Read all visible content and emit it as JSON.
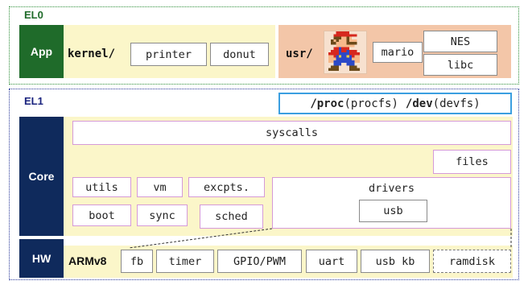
{
  "el0": {
    "title": "EL0",
    "app_label": "App",
    "kernel_label": "kernel/",
    "kernel_items": [
      "printer",
      "donut"
    ],
    "usr_label": "usr/",
    "mario_label": "mario",
    "nes_label": "NES",
    "libc_label": "libc"
  },
  "el1": {
    "title": "EL1",
    "fs": {
      "proc_path": "/proc",
      "proc_type": "(procfs)",
      "dev_path": "/dev",
      "dev_type": "(devfs)"
    },
    "core_label": "Core",
    "syscalls": "syscalls",
    "files": "files",
    "utils": "utils",
    "vm": "vm",
    "excpts": "excpts.",
    "boot": "boot",
    "sync": "sync",
    "sched": "sched",
    "drivers": "drivers",
    "drivers_usb": "usb",
    "hw_label": "HW",
    "arch_label": "ARMv8",
    "hw_items": [
      "fb",
      "timer",
      "GPIO/PWM",
      "uart",
      "usb kb"
    ],
    "ramdisk": "ramdisk"
  },
  "colors": {
    "el0_border": "#2f8f3a",
    "el1_border": "#2b3a9a",
    "app_green": "#1f6b2a",
    "core_navy": "#0f2a5c",
    "yellow_band": "#fbf6c9",
    "peach_band": "#f3c6a8",
    "pink_border": "#d59ad8",
    "fs_blue": "#3b9fe0"
  },
  "icons": {
    "mario": "mario-sprite-icon"
  }
}
